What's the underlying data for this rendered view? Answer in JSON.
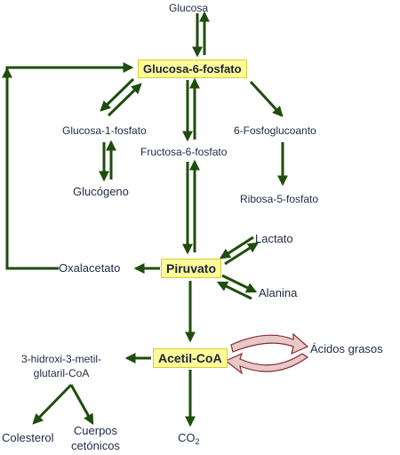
{
  "nodes": {
    "glucosa": "Glucosa",
    "glucosa6p": "Glucosa-6-fosfato",
    "glucosa1p": "Glucosa-1-fosfato",
    "glucogeno": "Glucógeno",
    "fructosa6p": "Fructosa-6-fosfato",
    "fosfoglucoanto": "6-Fosfoglucoanto",
    "ribosa5p": "Ribosa-5-fosfato",
    "lactato": "Lactato",
    "oxalacetato": "Oxalacetato",
    "piruvato": "Piruvato",
    "alanina": "Alanina",
    "hmg_line1": "3-hidroxi-3-metil-",
    "hmg_line2": "glutaril-CoA",
    "acetilcoa": "Acetil-CoA",
    "acidos_grasos": "Ácidos grasos",
    "colesterol": "Colesterol",
    "cuerpos_line1": "Cuerpos",
    "cuerpos_line2": "cetónicos",
    "co2_main": "CO",
    "co2_sub": "2"
  },
  "colors": {
    "arrow": "#1f4d0c",
    "cycle_arrow_fill": "#e8c9c9",
    "cycle_arrow_stroke": "#8a2a2a",
    "highlight": "#fffb9a",
    "text": "#1f2a44"
  }
}
